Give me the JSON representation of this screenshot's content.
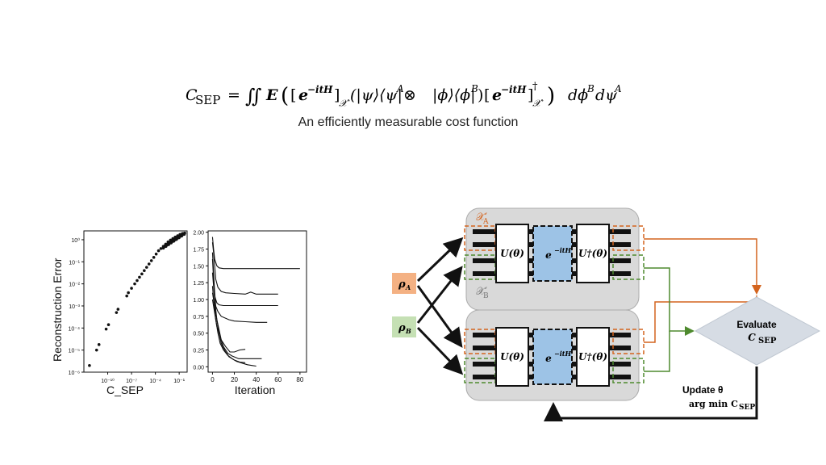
{
  "formula": {
    "lhs": "C",
    "lhs_sub": "SEP",
    "eq": "=",
    "integral": "∬",
    "E": "E",
    "open": "(",
    "bracket_open": "[",
    "exp_base": "e",
    "exp_sup": "−itH",
    "bracket_close": "]",
    "chi_sub": "𝒳′",
    "kets": "(|ψ⟩⟨ψ|",
    "sup_A": "A",
    "otimes": " ⊗ ",
    "kets2": "|ϕ⟩⟨ϕ|",
    "sup_B": "B",
    "paren_close": ")",
    "dagger": "†",
    "close": ")",
    "measure": "dϕ",
    "measure_sup_B": "B",
    "measure2": "dψ",
    "measure_sup_A": "A"
  },
  "subtitle": "An efficiently measurable cost function",
  "chart_data": [
    {
      "type": "scatter",
      "title": "",
      "xlabel": "C_SEP",
      "ylabel": "Reconstruction Error",
      "xscale": "log",
      "yscale": "log",
      "x_ticks": [
        "10⁻¹⁰",
        "10⁻⁷",
        "10⁻⁴",
        "10⁻¹"
      ],
      "y_ticks": [
        "10⁻⁶",
        "10⁻⁵",
        "10⁻⁴",
        "10⁻³",
        "10⁻²",
        "10⁻¹",
        "10⁰"
      ],
      "points": [
        [
          -12.3,
          -5.7
        ],
        [
          -11.4,
          -5.0
        ],
        [
          -11.1,
          -4.75
        ],
        [
          -10.2,
          -4.05
        ],
        [
          -9.9,
          -3.85
        ],
        [
          -8.9,
          -3.3
        ],
        [
          -8.7,
          -3.15
        ],
        [
          -7.6,
          -2.55
        ],
        [
          -7.4,
          -2.4
        ],
        [
          -7.0,
          -2.2
        ],
        [
          -6.6,
          -2.0
        ],
        [
          -6.3,
          -1.85
        ],
        [
          -6.0,
          -1.7
        ],
        [
          -5.7,
          -1.55
        ],
        [
          -5.4,
          -1.4
        ],
        [
          -5.1,
          -1.25
        ],
        [
          -4.8,
          -1.1
        ],
        [
          -4.5,
          -0.95
        ],
        [
          -4.2,
          -0.8
        ],
        [
          -3.9,
          -0.65
        ],
        [
          -3.6,
          -0.5
        ],
        [
          -3.3,
          -0.4
        ],
        [
          -3.0,
          -0.3
        ],
        [
          -2.7,
          -0.2
        ],
        [
          -2.4,
          -0.1
        ],
        [
          -2.1,
          -0.02
        ],
        [
          -1.8,
          0.05
        ],
        [
          -1.5,
          0.12
        ],
        [
          -1.2,
          0.18
        ],
        [
          -0.9,
          0.24
        ],
        [
          -0.6,
          0.28
        ],
        [
          -0.3,
          0.3
        ]
      ],
      "xlim": [
        -13,
        0
      ],
      "ylim": [
        -6,
        0.4
      ]
    },
    {
      "type": "line",
      "title": "",
      "xlabel": "Iteration",
      "ylabel": "",
      "x_ticks": [
        0,
        20,
        40,
        60,
        80
      ],
      "y_ticks": [
        "0.00",
        "0.25",
        "0.50",
        "0.75",
        "1.00",
        "1.25",
        "1.50",
        "1.75",
        "2.00"
      ],
      "xlim": [
        -4,
        86
      ],
      "ylim": [
        -0.08,
        2.02
      ],
      "series": [
        {
          "x": [
            0,
            1,
            2,
            4,
            6,
            10,
            20,
            40,
            60,
            80
          ],
          "values": [
            1.93,
            1.75,
            1.6,
            1.5,
            1.47,
            1.46,
            1.46,
            1.46,
            1.46,
            1.46
          ]
        },
        {
          "x": [
            0,
            1,
            2,
            3,
            5,
            8,
            12,
            20,
            30,
            35,
            40,
            50,
            60
          ],
          "values": [
            1.85,
            1.7,
            1.5,
            1.3,
            1.18,
            1.12,
            1.1,
            1.09,
            1.08,
            1.11,
            1.08,
            1.08,
            1.08
          ]
        },
        {
          "x": [
            0,
            1,
            2,
            4,
            6,
            10,
            20,
            40,
            60
          ],
          "values": [
            1.6,
            1.3,
            1.05,
            0.95,
            0.92,
            0.91,
            0.91,
            0.91,
            0.91
          ]
        },
        {
          "x": [
            0,
            1,
            2,
            3,
            5,
            8,
            15,
            20,
            30,
            40,
            50
          ],
          "values": [
            1.7,
            1.4,
            1.1,
            0.9,
            0.82,
            0.75,
            0.7,
            0.68,
            0.67,
            0.66,
            0.66
          ]
        },
        {
          "x": [
            0,
            1,
            2,
            3,
            4,
            6,
            8,
            12,
            16,
            20,
            25,
            30
          ],
          "values": [
            1.4,
            1.2,
            1.0,
            0.85,
            0.7,
            0.5,
            0.4,
            0.3,
            0.22,
            0.22,
            0.25,
            0.26
          ]
        },
        {
          "x": [
            0,
            1,
            2,
            3,
            4,
            6,
            8,
            10,
            14,
            18,
            24,
            30,
            35,
            45
          ],
          "values": [
            1.2,
            1.0,
            0.9,
            0.8,
            0.7,
            0.55,
            0.4,
            0.3,
            0.2,
            0.16,
            0.12,
            0.12,
            0.12,
            0.12
          ]
        },
        {
          "x": [
            0,
            1,
            2,
            3,
            4,
            6,
            8,
            10,
            12,
            15,
            20,
            25,
            30
          ],
          "values": [
            1.0,
            0.9,
            0.8,
            0.7,
            0.6,
            0.5,
            0.35,
            0.28,
            0.22,
            0.15,
            0.1,
            0.07,
            0.06
          ]
        },
        {
          "x": [
            0,
            1,
            2,
            3,
            5,
            7,
            10,
            14,
            18,
            22,
            28,
            32,
            36,
            40
          ],
          "values": [
            1.1,
            1.0,
            0.85,
            0.7,
            0.5,
            0.35,
            0.25,
            0.17,
            0.12,
            0.08,
            0.05,
            0.03,
            0.02,
            0.01
          ]
        }
      ]
    }
  ],
  "circuit": {
    "u_label": "U(θ)",
    "exp_label": "e",
    "exp_sup": "−itH",
    "udag_label": "U†(θ)",
    "chi_a": "𝒳′",
    "chi_a_sub": "A",
    "chi_b": "𝒳′",
    "chi_b_sub": "B",
    "rho_a": "ρ",
    "rho_a_sub": "A",
    "rho_b": "ρ",
    "rho_b_sub": "B",
    "evaluate_line1": "Evaluate",
    "evaluate_line2": "C",
    "evaluate_line2_sub": "SEP",
    "update_line1": "Update θ",
    "update_line2": "arg min C",
    "update_line2_sub": "SEP",
    "colors": {
      "orange": "#D4641E",
      "green": "#4E8A2E",
      "blue": "#9DC3E6",
      "gray": "#D9D9D9",
      "rho_a_fill": "#F4B183",
      "rho_b_fill": "#C5E0B4",
      "diamond": "#D6DCE4"
    }
  }
}
